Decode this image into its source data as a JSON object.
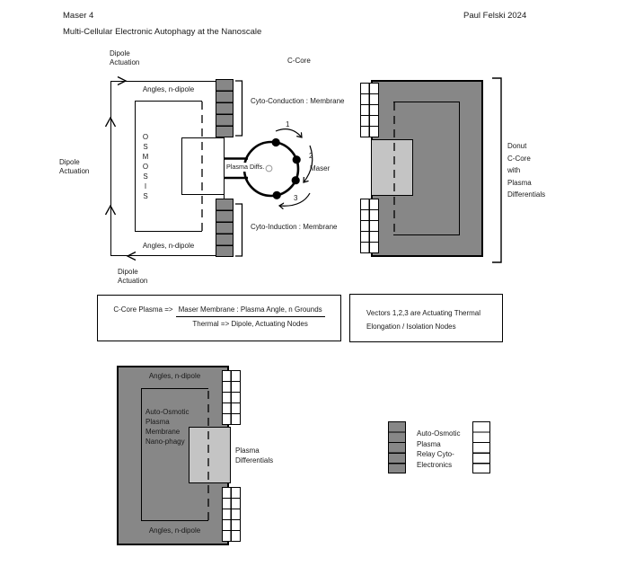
{
  "colors": {
    "dark_gray": "#878787",
    "light_gray": "#c4c4c4",
    "line": "#000000"
  },
  "header": {
    "title": "Maser 4",
    "subtitle": "Multi-Cellular Electronic Autophagy at the Nanoscale",
    "author": "Paul Felski 2024"
  },
  "left_diagram": {
    "c_core_label": "C-Core",
    "dipole_actuation_top": "Dipole\nActuation",
    "dipole_actuation_left": "Dipole\nActuation",
    "dipole_actuation_bottom": "Dipole\nActuation",
    "angles_label_top": "Angles, n-dipole",
    "angles_label_bottom": "Angles, n-dipole",
    "osmosis_vertical": "O\nS\nM\nO\nS\nI\nS",
    "plasma_diffs_label": "Plasma Diffs.",
    "maser_label": "Maser",
    "vector_1": "1",
    "vector_2": "2",
    "vector_3": "3",
    "cyto_conduction_label": "Cyto-Conduction : Membrane",
    "cyto_induction_label": "Cyto-Induction : Membrane"
  },
  "right_diagram": {
    "caption": "Donut\nC-Core\nwith\nPlasma\nDifferentials"
  },
  "note_box_1": {
    "prefix": "C-Core Plasma =>",
    "numerator": "Maser Membrane : Plasma Angle, n Grounds",
    "denominator": "Thermal => Dipole, Actuating Nodes"
  },
  "note_box_2": {
    "text": "Vectors 1,2,3 are Actuating Thermal\nElongation / Isolation Nodes"
  },
  "bottom_diagram": {
    "angles_label_top": "Angles, n-dipole",
    "angles_label_bottom": "Angles, n-dipole",
    "body_label": "Auto-Osmotic\nPlasma\nMembrane\nNano-phagy",
    "plasma_differentials_label": "Plasma\nDifferentials"
  },
  "legend": {
    "text": "Auto-Osmotic\nPlasma\nRelay Cyto-\nElectronics"
  }
}
